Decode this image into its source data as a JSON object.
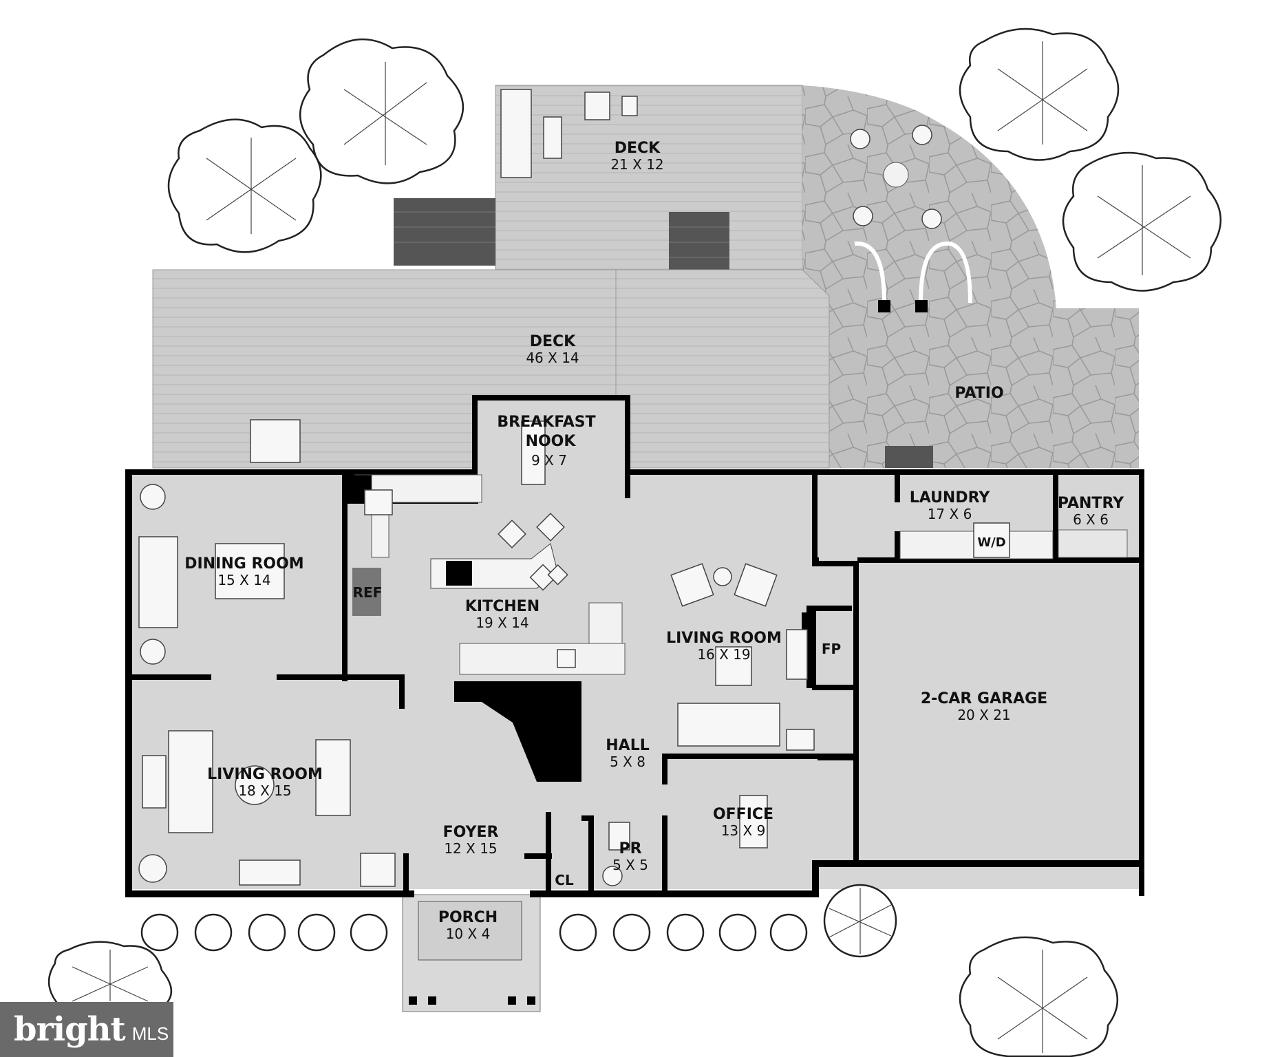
{
  "rooms": {
    "deck_upper": {
      "name": "DECK",
      "dims": "21 X 12"
    },
    "deck_lower": {
      "name": "DECK",
      "dims": "46 X 14"
    },
    "patio": {
      "name": "PATIO"
    },
    "breakfast_line1": "BREAKFAST",
    "breakfast_line2": "NOOK",
    "breakfast_dims": "9 X 7",
    "dining": {
      "name": "DINING ROOM",
      "dims": "15 X 14"
    },
    "kitchen": {
      "name": "KITCHEN",
      "dims": "19 X 14"
    },
    "living_right": {
      "name": "LIVING ROOM",
      "dims": "16 X 19"
    },
    "laundry": {
      "name": "LAUNDRY",
      "dims": "17 X 6"
    },
    "pantry": {
      "name": "PANTRY",
      "dims": "6 X 6"
    },
    "garage": {
      "name": "2-CAR GARAGE",
      "dims": "20 X 21"
    },
    "living_left": {
      "name": "LIVING ROOM",
      "dims": "18 X 15"
    },
    "hall": {
      "name": "HALL",
      "dims": "5 X 8"
    },
    "foyer": {
      "name": "FOYER",
      "dims": "12 X 15"
    },
    "office": {
      "name": "OFFICE",
      "dims": "13 X 9"
    },
    "powder": {
      "name": "PR",
      "dims": "5 X 5"
    },
    "porch": {
      "name": "PORCH",
      "dims": "10 X 4"
    }
  },
  "labels": {
    "ref": "REF",
    "fp": "FP",
    "wd": "W/D",
    "cl": "CL"
  },
  "watermark": {
    "brand": "bright",
    "suffix": "MLS"
  }
}
